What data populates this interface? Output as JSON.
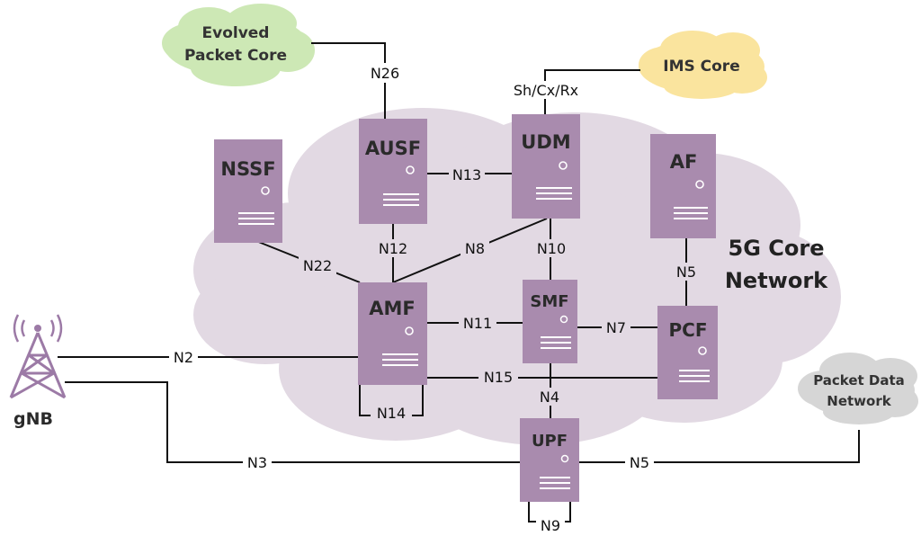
{
  "core_network": {
    "label_line1": "5G Core",
    "label_line2": "Network",
    "cloud_color": "#e2d9e3"
  },
  "external": {
    "epc": {
      "line1": "Evolved",
      "line2": "Packet Core",
      "color": "#cde8b5"
    },
    "ims": {
      "line1": "IMS Core",
      "color": "#fae49e"
    },
    "pdn": {
      "line1": "Packet Data",
      "line2": "Network",
      "color": "#d6d6d6"
    }
  },
  "functions": {
    "nssf": "NSSF",
    "ausf": "AUSF",
    "udm": "UDM",
    "af": "AF",
    "amf": "AMF",
    "smf": "SMF",
    "pcf": "PCF",
    "upf": "UPF",
    "color": "#a98bae"
  },
  "gnb": {
    "label": "gNB",
    "color": "#9c7aa6"
  },
  "interfaces": {
    "n26": "N26",
    "sh_cx_rx": "Sh/Cx/Rx",
    "n13": "N13",
    "n12": "N12",
    "n8": "N8",
    "n10": "N10",
    "n22": "N22",
    "n5_af": "N5",
    "n11": "N11",
    "n7": "N7",
    "n2": "N2",
    "n15": "N15",
    "n4": "N4",
    "n14": "N14",
    "n3": "N3",
    "n5_dn": "N5",
    "n9": "N9"
  }
}
